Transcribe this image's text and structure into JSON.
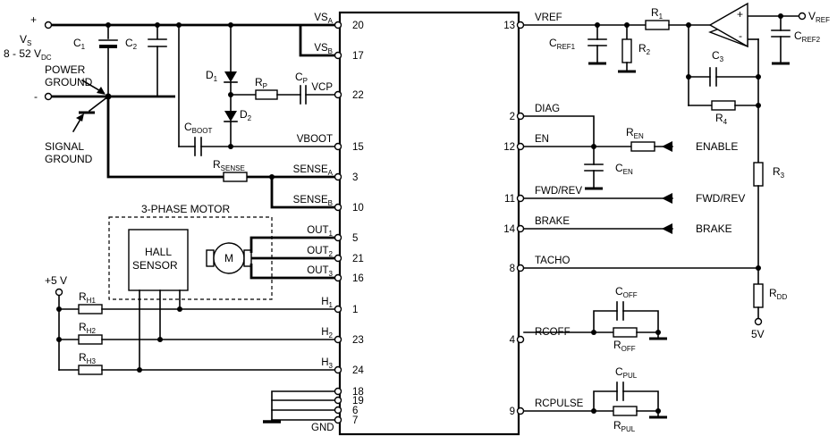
{
  "chip": {
    "left_pins": [
      {
        "num": "20",
        "name": "VS",
        "sub": "A"
      },
      {
        "num": "17",
        "name": "VS",
        "sub": "B"
      },
      {
        "num": "22",
        "name": "VCP",
        "sub": ""
      },
      {
        "num": "15",
        "name": "VBOOT",
        "sub": ""
      },
      {
        "num": "3",
        "name": "SENSE",
        "sub": "A"
      },
      {
        "num": "10",
        "name": "SENSE",
        "sub": "B"
      },
      {
        "num": "5",
        "name": "OUT",
        "sub": "1"
      },
      {
        "num": "21",
        "name": "OUT",
        "sub": "2"
      },
      {
        "num": "16",
        "name": "OUT",
        "sub": "3"
      },
      {
        "num": "1",
        "name": "H",
        "sub": "1"
      },
      {
        "num": "23",
        "name": "H",
        "sub": "2"
      },
      {
        "num": "24",
        "name": "H",
        "sub": "3"
      },
      {
        "num": "18",
        "name": "",
        "sub": ""
      },
      {
        "num": "19",
        "name": "",
        "sub": ""
      },
      {
        "num": "6",
        "name": "",
        "sub": ""
      },
      {
        "num": "7",
        "name": "",
        "sub": ""
      }
    ],
    "gnd_label": "GND",
    "right_pins": [
      {
        "num": "13",
        "name": "VREF"
      },
      {
        "num": "2",
        "name": "DIAG"
      },
      {
        "num": "12",
        "name": "EN"
      },
      {
        "num": "11",
        "name": "FWD/REV"
      },
      {
        "num": "14",
        "name": "BRAKE"
      },
      {
        "num": "8",
        "name": "TACHO"
      },
      {
        "num": "4",
        "name": "RCOFF"
      },
      {
        "num": "9",
        "name": "RCPULSE"
      }
    ]
  },
  "supply": {
    "plus": "+",
    "minus": "-",
    "vs_name": "V",
    "vs_sub": "S",
    "vs_range_pre": "8 - 52 V",
    "vs_range_sub": "DC",
    "power_ground_1": "POWER",
    "power_ground_2": "GROUND",
    "signal_ground_1": "SIGNAL",
    "signal_ground_2": "GROUND",
    "five_v": "+5 V"
  },
  "components": {
    "c1": {
      "name": "C",
      "sub": "1"
    },
    "c2": {
      "name": "C",
      "sub": "2"
    },
    "d1": {
      "name": "D",
      "sub": "1"
    },
    "d2": {
      "name": "D",
      "sub": "2"
    },
    "rp": {
      "name": "R",
      "sub": "P"
    },
    "cp": {
      "name": "C",
      "sub": "P"
    },
    "cboot": {
      "name": "C",
      "sub": "BOOT"
    },
    "rsense": {
      "name": "R",
      "sub": "SENSE"
    },
    "rh1": {
      "name": "R",
      "sub": "H1"
    },
    "rh2": {
      "name": "R",
      "sub": "H2"
    },
    "rh3": {
      "name": "R",
      "sub": "H3"
    },
    "cref1": {
      "name": "C",
      "sub": "REF1"
    },
    "r2": {
      "name": "R",
      "sub": "2"
    },
    "r1": {
      "name": "R",
      "sub": "1"
    },
    "c3": {
      "name": "C",
      "sub": "3"
    },
    "r4": {
      "name": "R",
      "sub": "4"
    },
    "cref2": {
      "name": "C",
      "sub": "REF2"
    },
    "vref_out": {
      "name": "V",
      "sub": "REF"
    },
    "ren": {
      "name": "R",
      "sub": "EN"
    },
    "cen": {
      "name": "C",
      "sub": "EN"
    },
    "r3": {
      "name": "R",
      "sub": "3"
    },
    "rdd": {
      "name": "R",
      "sub": "DD"
    },
    "coff": {
      "name": "C",
      "sub": "OFF"
    },
    "roff": {
      "name": "R",
      "sub": "OFF"
    },
    "cpul": {
      "name": "C",
      "sub": "PUL"
    },
    "rpul": {
      "name": "R",
      "sub": "PUL"
    }
  },
  "motor": {
    "title": "3-PHASE MOTOR",
    "hall_1": "HALL",
    "hall_2": "SENSOR",
    "m": "M"
  },
  "signals": {
    "enable": "ENABLE",
    "fwd_rev": "FWD/REV",
    "brake": "BRAKE",
    "five_v": "5V"
  },
  "opamp": {
    "plus": "+",
    "minus": "-"
  }
}
